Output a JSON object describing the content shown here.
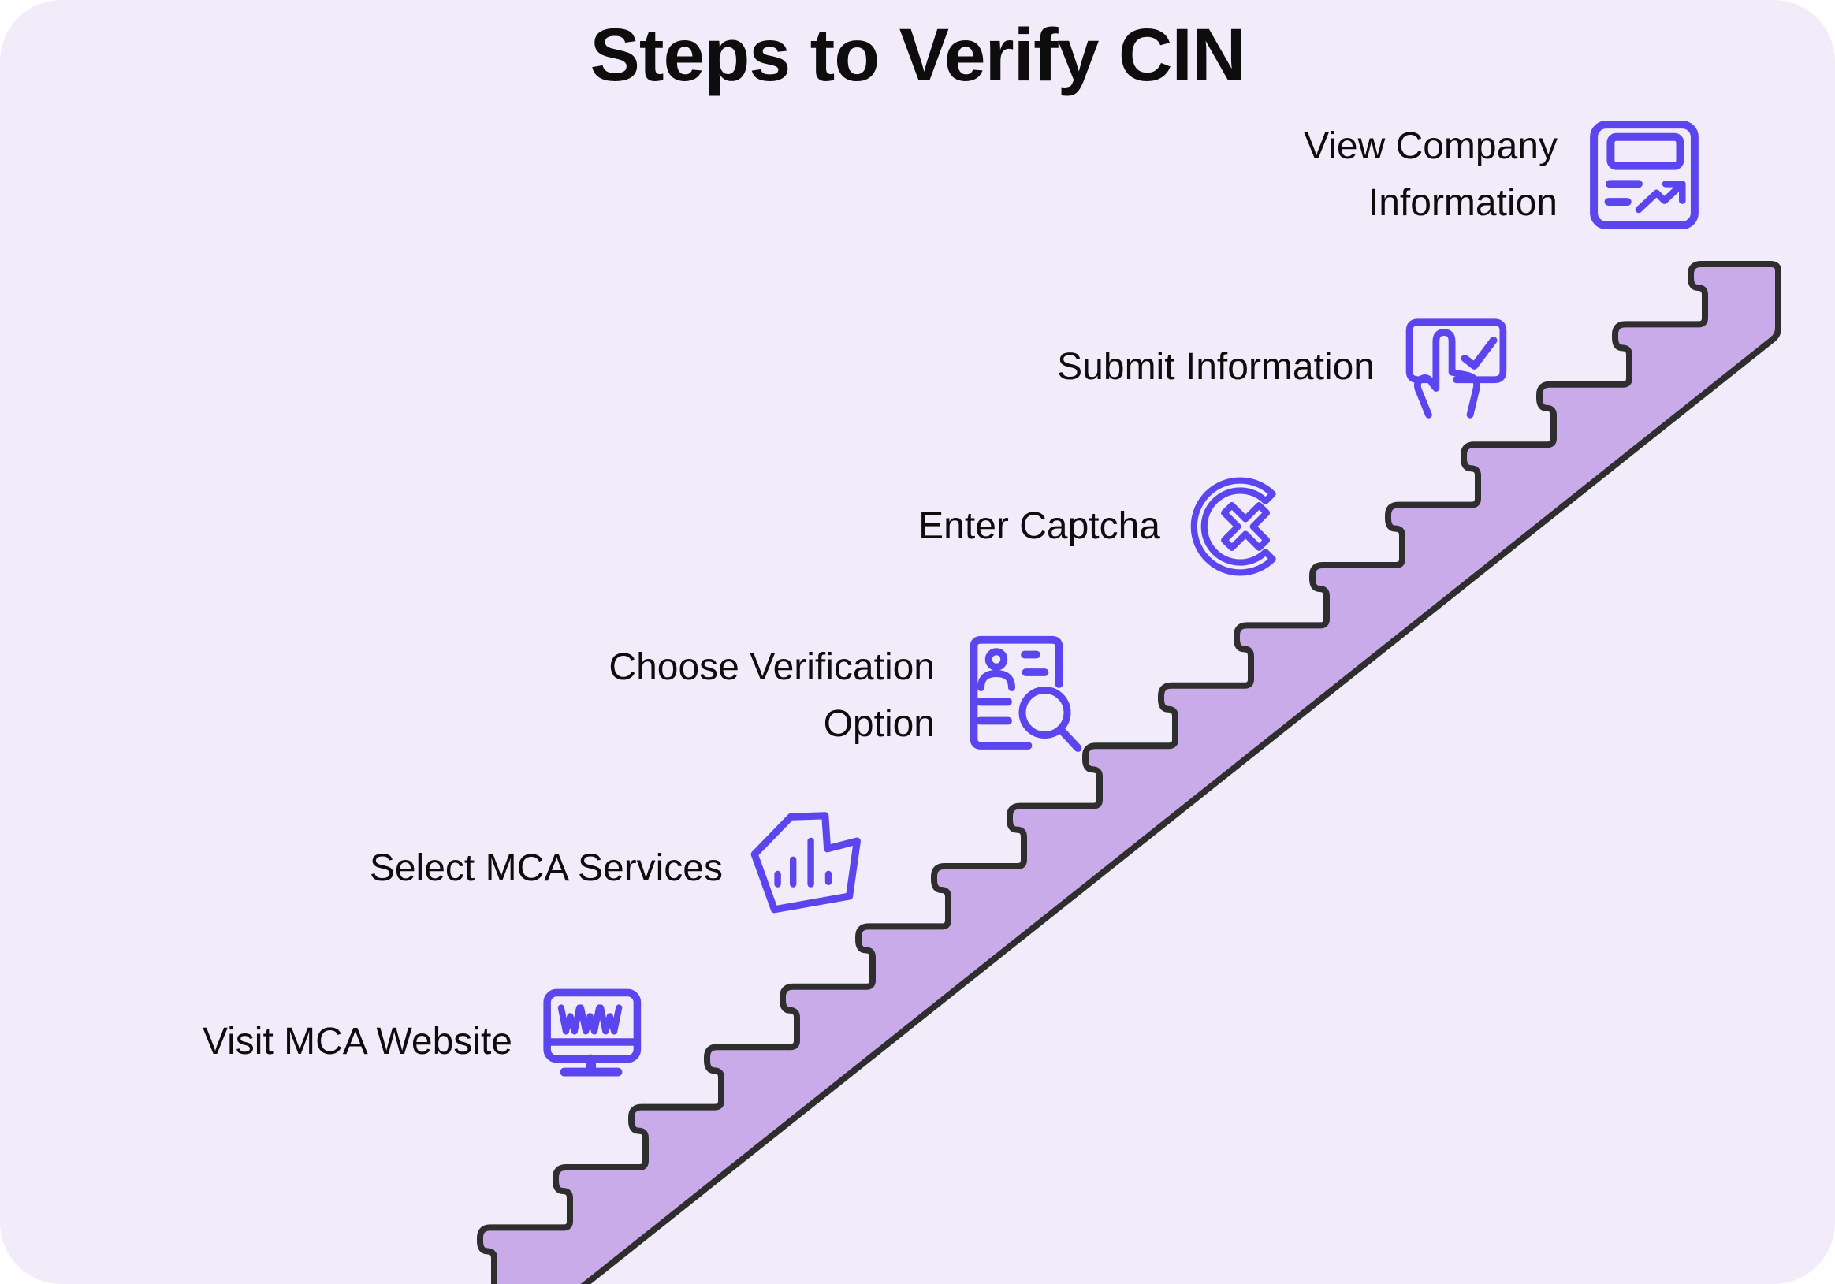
{
  "title": "Steps to Verify CIN",
  "steps": [
    {
      "label": "Visit MCA Website",
      "icon": "www-monitor-icon"
    },
    {
      "label": "Select MCA Services",
      "icon": "services-chart-icon"
    },
    {
      "label": "Choose Verification\nOption",
      "icon": "id-card-search-icon"
    },
    {
      "label": "Enter Captcha",
      "icon": "captcha-c-x-icon"
    },
    {
      "label": "Submit Information",
      "icon": "tap-check-icon"
    },
    {
      "label": "View Company\nInformation",
      "icon": "company-report-icon"
    }
  ],
  "colors": {
    "background": "#F2ECFA",
    "stair_fill": "#C9ABE9",
    "stair_stroke": "#2E2E2E",
    "icon_accent": "#5B45EE",
    "text": "#0D0D0D"
  }
}
